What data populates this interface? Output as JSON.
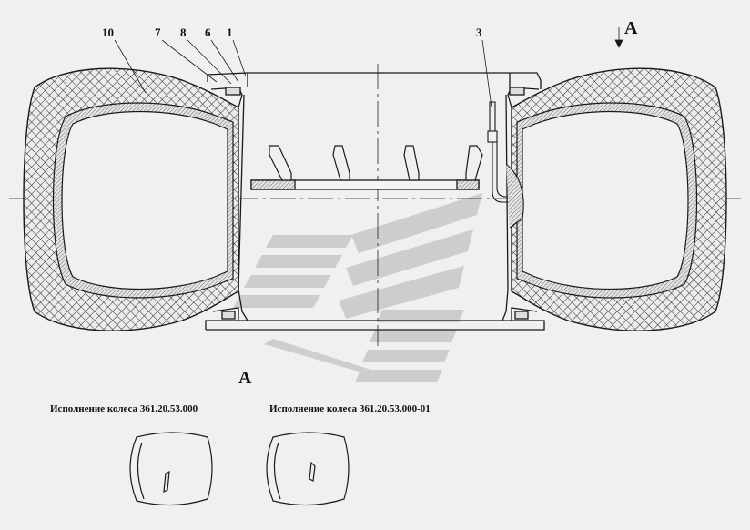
{
  "callouts": {
    "c10": "10",
    "c7": "7",
    "c8": "8",
    "c6": "6",
    "c1": "1",
    "c3": "3"
  },
  "section_marks": {
    "top": "A",
    "bottom": "A"
  },
  "variants": [
    {
      "label": "Исполнение колеса 361.20.53.000"
    },
    {
      "label": "Исполнение колеса 361.20.53.000-01"
    }
  ],
  "colors": {
    "stroke": "#1a1a1a",
    "hatch": "#333333",
    "watermark": "#c8c8c8",
    "background": "#f0f0f0"
  }
}
